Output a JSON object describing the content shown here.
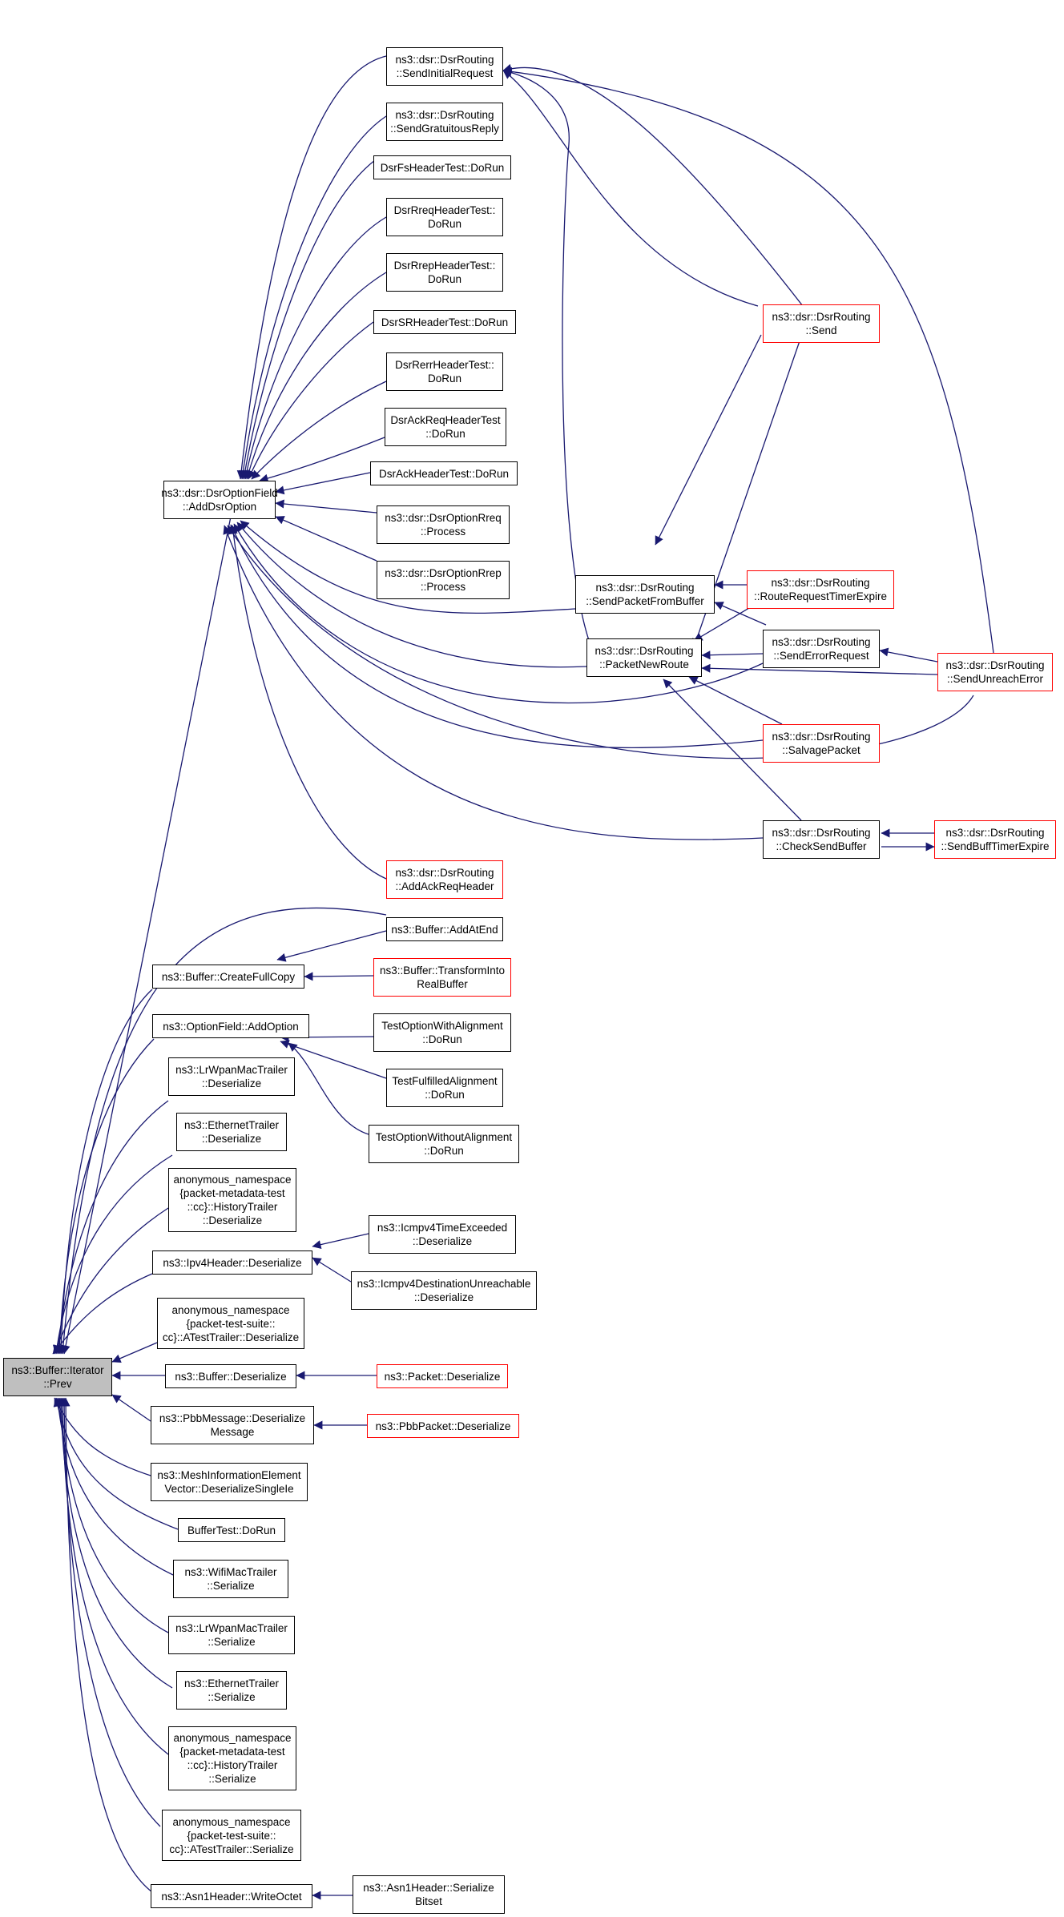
{
  "diagram": {
    "colors": {
      "edge": "#191970",
      "node_border": "#000000",
      "truncated_border": "#ff0000",
      "focus_fill": "#bfbfbf"
    },
    "nodes": {
      "prev": "ns3::Buffer::Iterator\n::Prev",
      "add_dsr_option": "ns3::dsr::DsrOptionField\n::AddDsrOption",
      "send_initial_request": "ns3::dsr::DsrRouting\n::SendInitialRequest",
      "send_gratuitous_reply": "ns3::dsr::DsrRouting\n::SendGratuitousReply",
      "dsr_fs_header_test": "DsrFsHeaderTest::DoRun",
      "dsr_rreq_header_test": "DsrRreqHeaderTest::\nDoRun",
      "dsr_rrep_header_test": "DsrRrepHeaderTest::\nDoRun",
      "dsr_sr_header_test": "DsrSRHeaderTest::DoRun",
      "dsr_rerr_header_test": "DsrRerrHeaderTest::\nDoRun",
      "dsr_ack_req_header_test": "DsrAckReqHeaderTest\n::DoRun",
      "dsr_ack_header_test": "DsrAckHeaderTest::DoRun",
      "dsr_option_rreq": "ns3::dsr::DsrOptionRreq\n::Process",
      "dsr_option_rrep": "ns3::dsr::DsrOptionRrep\n::Process",
      "send_packet_from_buffer": "ns3::dsr::DsrRouting\n::SendPacketFromBuffer",
      "packet_new_route": "ns3::dsr::DsrRouting\n::PacketNewRoute",
      "send": "ns3::dsr::DsrRouting\n::Send",
      "route_request_timer_expire": "ns3::dsr::DsrRouting\n::RouteRequestTimerExpire",
      "send_error_request": "ns3::dsr::DsrRouting\n::SendErrorRequest",
      "send_unreach_error": "ns3::dsr::DsrRouting\n::SendUnreachError",
      "salvage_packet": "ns3::dsr::DsrRouting\n::SalvagePacket",
      "check_send_buffer": "ns3::dsr::DsrRouting\n::CheckSendBuffer",
      "send_buff_timer_expire": "ns3::dsr::DsrRouting\n::SendBuffTimerExpire",
      "add_ack_req_header": "ns3::dsr::DsrRouting\n::AddAckReqHeader",
      "buffer_add_at_end": "ns3::Buffer::AddAtEnd",
      "buffer_create_full_copy": "ns3::Buffer::CreateFullCopy",
      "buffer_transform_into_real_buffer": "ns3::Buffer::TransformInto\nRealBuffer",
      "option_field_add_option": "ns3::OptionField::AddOption",
      "test_option_with_alignment": "TestOptionWithAlignment\n::DoRun",
      "test_fulfilled_alignment": "TestFulfilledAlignment\n::DoRun",
      "test_option_without_alignment": "TestOptionWithoutAlignment\n::DoRun",
      "lr_wpan_mac_trailer_deserialize": "ns3::LrWpanMacTrailer\n::Deserialize",
      "ethernet_trailer_deserialize": "ns3::EthernetTrailer\n::Deserialize",
      "history_trailer_deserialize": "anonymous_namespace\n{packet-metadata-test\n::cc}::HistoryTrailer\n::Deserialize",
      "ipv4_header_deserialize": "ns3::Ipv4Header::Deserialize",
      "icmpv4_time_exceeded_deserialize": "ns3::Icmpv4TimeExceeded\n::Deserialize",
      "icmpv4_dest_unreachable_deserialize": "ns3::Icmpv4DestinationUnreachable\n::Deserialize",
      "a_test_trailer_deserialize": "anonymous_namespace\n{packet-test-suite::\ncc}::ATestTrailer::Deserialize",
      "buffer_deserialize": "ns3::Buffer::Deserialize",
      "packet_deserialize": "ns3::Packet::Deserialize",
      "pbb_message_deserialize_message": "ns3::PbbMessage::Deserialize\nMessage",
      "pbb_packet_deserialize": "ns3::PbbPacket::Deserialize",
      "mesh_information_element_vector": "ns3::MeshInformationElement\nVector::DeserializeSingleIe",
      "buffer_test_do_run": "BufferTest::DoRun",
      "wifi_mac_trailer_serialize": "ns3::WifiMacTrailer\n::Serialize",
      "lr_wpan_mac_trailer_serialize": "ns3::LrWpanMacTrailer\n::Serialize",
      "ethernet_trailer_serialize": "ns3::EthernetTrailer\n::Serialize",
      "history_trailer_serialize": "anonymous_namespace\n{packet-metadata-test\n::cc}::HistoryTrailer\n::Serialize",
      "a_test_trailer_serialize": "anonymous_namespace\n{packet-test-suite::\ncc}::ATestTrailer::Serialize",
      "asn1_header_write_octet": "ns3::Asn1Header::WriteOctet",
      "asn1_header_serialize_bitset": "ns3::Asn1Header::Serialize\nBitset"
    }
  }
}
